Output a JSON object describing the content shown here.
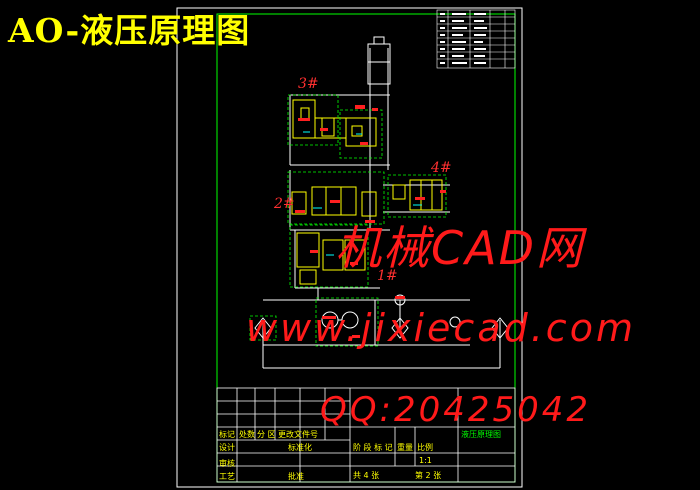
{
  "title": "AO-液压原理图",
  "watermarks": {
    "site_cn": "机械CAD网",
    "url": "www.jixiecad.com",
    "qq": "QQ:20425042"
  },
  "component_labels": {
    "l1": "1#",
    "l2": "2#",
    "l3": "3#",
    "l4": "4#"
  },
  "title_block": {
    "c_biaoji": "标记",
    "c_chushu": "处数",
    "c_fenqu": "分 区",
    "c_genggai": "更改文件号",
    "c_sheji": "设计",
    "c_biaozhunhua": "标准化",
    "c_jieduan": "阶 段 标 记",
    "c_zhongliang": "重量",
    "c_bili": "比例",
    "c_shenhe": "审核",
    "c_gongyi": "工艺",
    "c_pizhun": "批准",
    "c_gong": "共 4 张",
    "c_di": "第 2 张",
    "c_ratio": "1:1",
    "c_drawing_name": "液压原理图"
  },
  "colors": {
    "frame": "#00ff00",
    "lines": "#ffffff",
    "components": "#ffff00",
    "accent_red": "#ff2020",
    "accent_cyan": "#00ffff"
  }
}
